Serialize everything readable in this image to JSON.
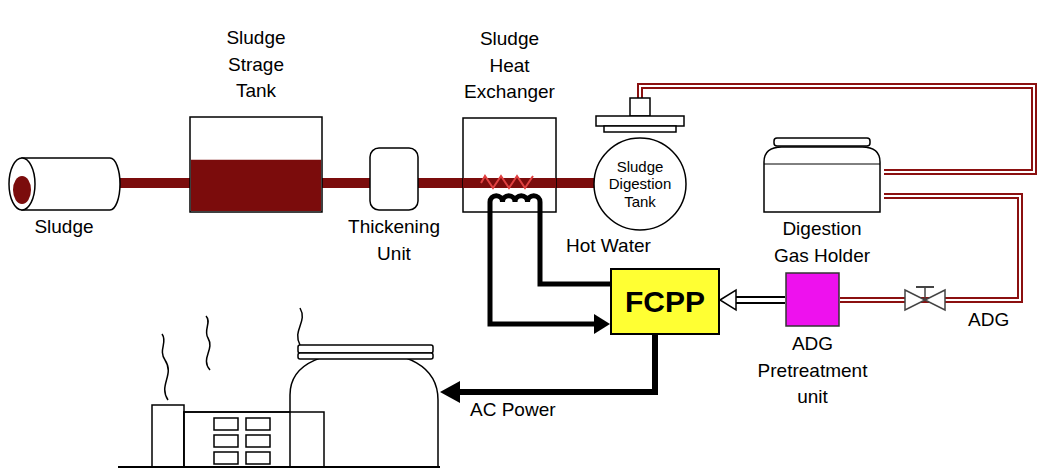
{
  "diagram": {
    "nodes": [
      {
        "text": [
          "Sludge"
        ]
      },
      {
        "text": [
          "Sludge Strage Tank"
        ]
      },
      {
        "text": [
          "Thickening Unit"
        ]
      },
      {
        "text": [
          "Sludge Heat Exchanger"
        ]
      },
      {
        "text": [
          "Sludge Digestion Tank"
        ]
      },
      {
        "text": [
          "Digestion Gas Holder"
        ]
      },
      {
        "text": [
          "FCPP"
        ]
      },
      {
        "text": [
          "ADG Pretreatment unit"
        ]
      }
    ],
    "edges": [
      {
        "from": 0,
        "to": 1,
        "arrow": "none"
      },
      {
        "from": 1,
        "to": 2,
        "arrow": "none"
      },
      {
        "from": 2,
        "to": 3,
        "arrow": "none"
      },
      {
        "from": 3,
        "to": 4,
        "arrow": "none"
      },
      {
        "from": 4,
        "to": 5,
        "arrow": "none"
      },
      {
        "from": 5,
        "to": 7,
        "label": "ADG",
        "arrow": "none"
      },
      {
        "from": 7,
        "to": 6,
        "arrow": "to"
      },
      {
        "from": 6,
        "to": 3,
        "label": "Hot Water",
        "arrow": "none"
      },
      {
        "from": 3,
        "to": 6,
        "arrow": "to"
      }
    ],
    "labels": [
      "AC Power"
    ]
  }
}
